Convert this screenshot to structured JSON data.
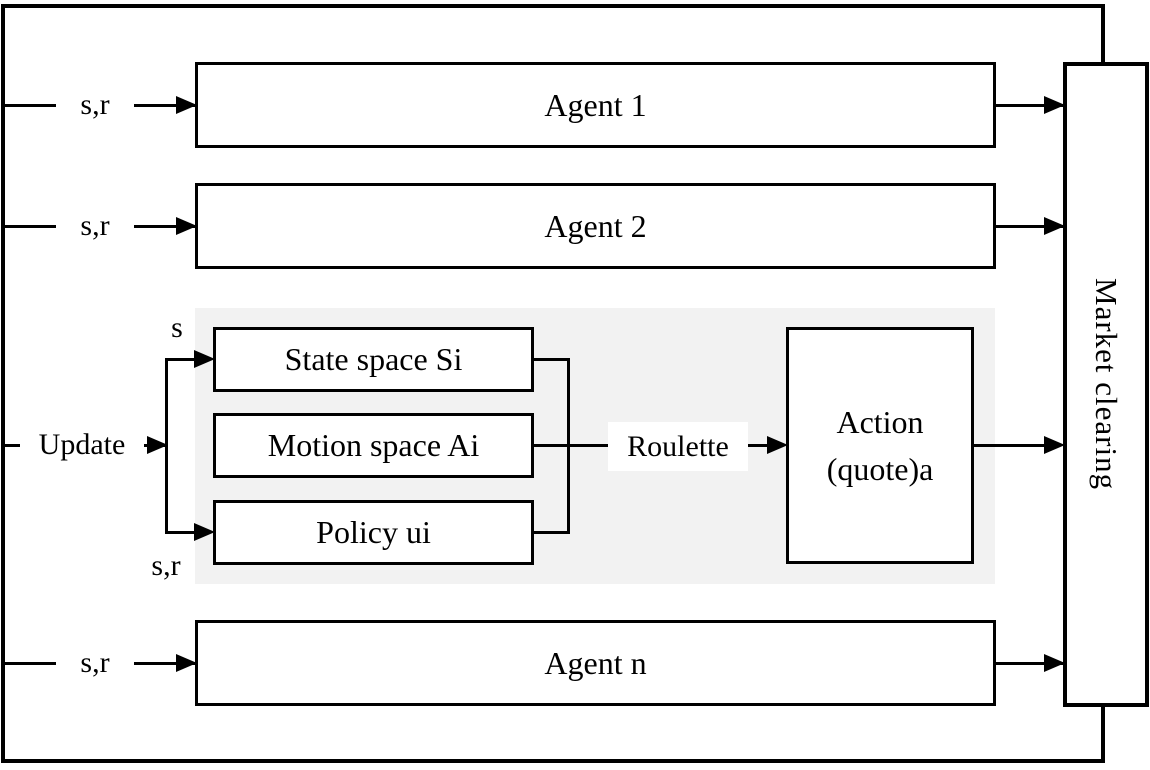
{
  "diagram": {
    "agents": [
      {
        "label": "Agent 1",
        "input_label": "s,r"
      },
      {
        "label": "Agent 2",
        "input_label": "s,r"
      },
      {
        "label": "Agent n",
        "input_label": "s,r"
      }
    ],
    "market": {
      "label": "Market clearing"
    },
    "update_flow": {
      "update_label": "Update",
      "state_input_label": "s",
      "policy_input_label": "s,r"
    },
    "learning_panel": {
      "state_box_label": "State space Si",
      "motion_box_label": "Motion space Ai",
      "policy_box_label": "Policy ui",
      "roulette_label": "Roulette",
      "action_box_label_line1": "Action",
      "action_box_label_line2": "(quote)a"
    },
    "colors": {
      "line": "#000000",
      "panel_background": "#f2f2f2",
      "box_background": "#ffffff"
    }
  }
}
